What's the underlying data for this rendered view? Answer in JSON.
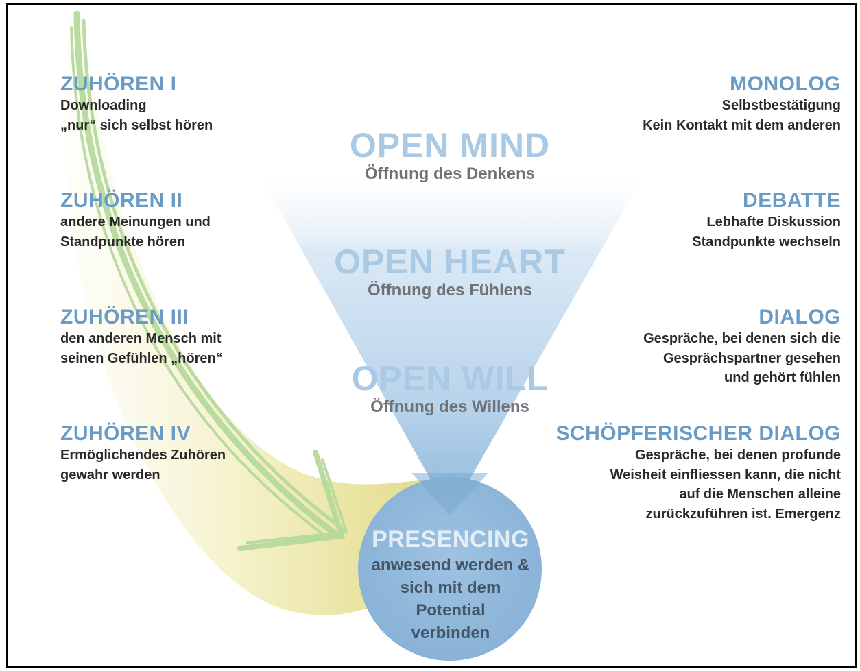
{
  "left_items": [
    {
      "heading": "ZUHÖREN I",
      "desc": "Downloading\n„nur“ sich selbst hören"
    },
    {
      "heading": "ZUHÖREN II",
      "desc": "andere Meinungen und\nStandpunkte hören"
    },
    {
      "heading": "ZUHÖREN III",
      "desc": "den anderen Mensch mit\nseinen Gefühlen „hören“"
    },
    {
      "heading": "ZUHÖREN IV",
      "desc": "Ermöglichendes Zuhören\ngewahr werden"
    }
  ],
  "right_items": [
    {
      "heading": "MONOLOG",
      "desc": "Selbstbestätigung\nKein Kontakt mit dem anderen"
    },
    {
      "heading": "DEBATTE",
      "desc": "Lebhafte Diskussion\nStandpunkte wechseln"
    },
    {
      "heading": "DIALOG",
      "desc": "Gespräche, bei denen sich die\nGesprächspartner gesehen\nund gehört fühlen"
    },
    {
      "heading": "SCHÖPFERISCHER DIALOG",
      "desc": "Gespräche, bei denen profunde\nWeisheit einfliessen kann, die nicht\nauf die Menschen alleine\nzurückzuführen ist. Emergenz"
    }
  ],
  "center_levels": [
    {
      "title": "OPEN MIND",
      "subtitle": "Öffnung des Denkens"
    },
    {
      "title": "OPEN HEART",
      "subtitle": "Öffnung des Fühlens"
    },
    {
      "title": "OPEN WILL",
      "subtitle": "Öffnung des Willens"
    }
  ],
  "presencing": {
    "title": "PRESENCING",
    "desc": "anwesend werden &\nsich mit dem\nPotential\nverbinden"
  },
  "colors": {
    "heading_blue": "#6a9bc6",
    "funnel_blue": "#a9c9e4",
    "circle_blue": "#8fb8da",
    "arrow_yellow": "#d9d27a",
    "arrow_green": "#a8d38a"
  }
}
